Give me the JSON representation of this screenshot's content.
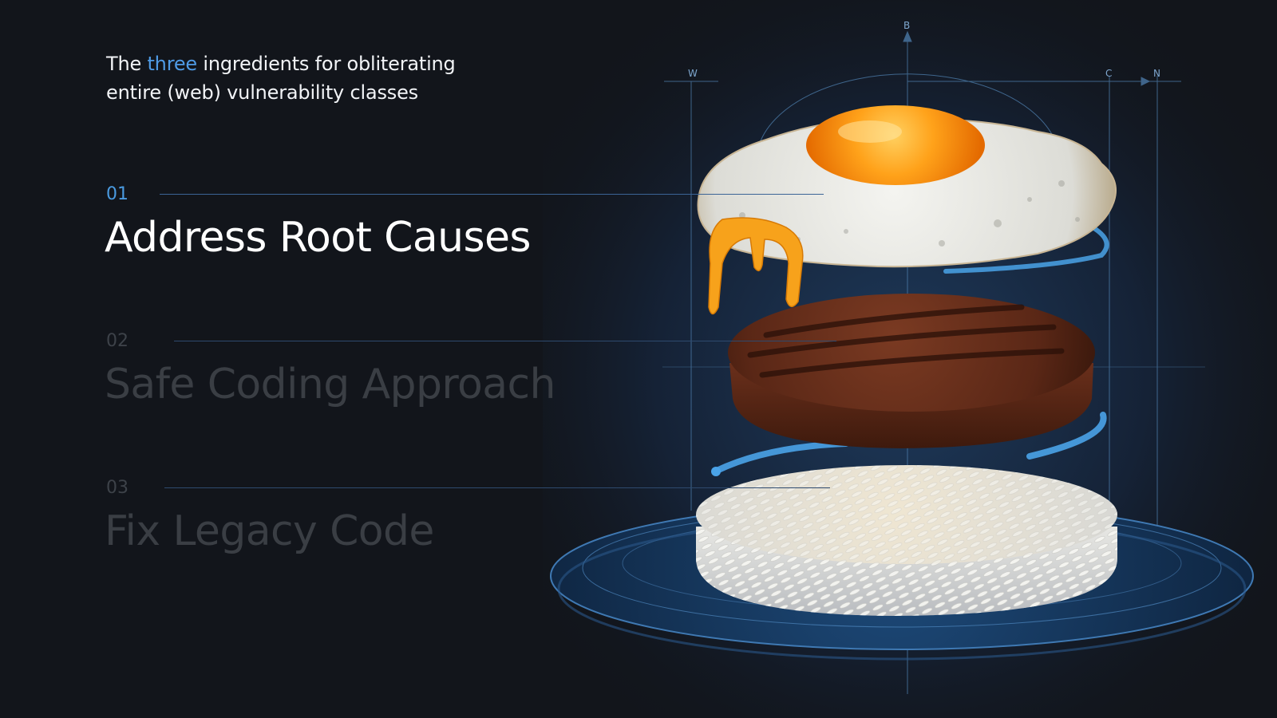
{
  "heading": {
    "line1_before": "The ",
    "line1_accent": "three",
    "line1_after": " ingredients for obliterating",
    "line2": "entire (web) vulnerability classes"
  },
  "items": [
    {
      "number": "01",
      "title": "Address Root Causes",
      "state": "active"
    },
    {
      "number": "02",
      "title": "Safe Coding Approach",
      "state": "dimmed"
    },
    {
      "number": "03",
      "title": "Fix Legacy Code",
      "state": "dimmed"
    }
  ],
  "diagram_labels": {
    "top": "B",
    "left": "W",
    "right_1": "C",
    "right_2": "N"
  },
  "colors": {
    "background": "#12151b",
    "accent": "#4f9be6",
    "active_text": "#ffffff",
    "dimmed_text": "#3a3e44"
  }
}
